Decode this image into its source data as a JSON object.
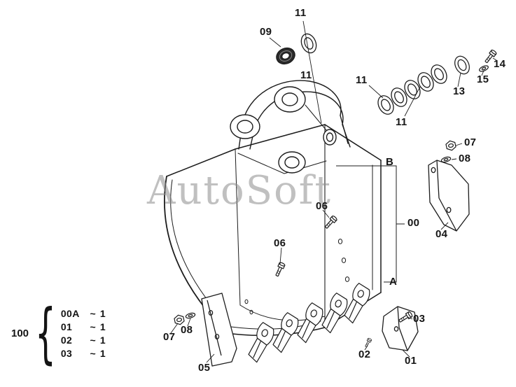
{
  "watermark": {
    "text": "AutoSoft"
  },
  "legend": {
    "group_label": "100",
    "brace": "{",
    "separator": "~",
    "items": [
      {
        "part": "00A",
        "qty": "1"
      },
      {
        "part": "01",
        "qty": "1"
      },
      {
        "part": "02",
        "qty": "1"
      },
      {
        "part": "03",
        "qty": "1"
      }
    ]
  },
  "callouts": {
    "k11_top": {
      "label": "11"
    },
    "k09": {
      "label": "09"
    },
    "k11_mid": {
      "label": "11"
    },
    "k11_r1": {
      "label": "11"
    },
    "k11_r2": {
      "label": "11"
    },
    "k13": {
      "label": "13"
    },
    "k15": {
      "label": "15"
    },
    "k14": {
      "label": "14"
    },
    "k07_right": {
      "label": "07"
    },
    "k08_right": {
      "label": "08"
    },
    "kB": {
      "label": "B"
    },
    "k00": {
      "label": "00"
    },
    "k04": {
      "label": "04"
    },
    "k06_upper": {
      "label": "06"
    },
    "k06_lower": {
      "label": "06"
    },
    "kA": {
      "label": "A"
    },
    "k03": {
      "label": "03"
    },
    "k02": {
      "label": "02"
    },
    "k01": {
      "label": "01"
    },
    "k05": {
      "label": "05"
    },
    "k07_left": {
      "label": "07"
    },
    "k08_left": {
      "label": "08"
    }
  }
}
